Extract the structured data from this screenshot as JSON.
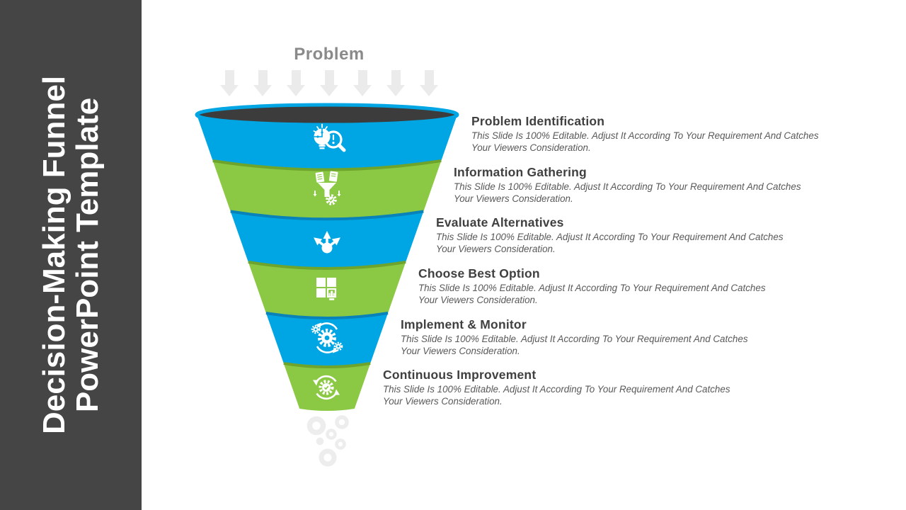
{
  "sidebar": {
    "title_line1": "Decision-Making Funnel",
    "title_line2": "PowerPoint Template"
  },
  "funnel": {
    "top_label": "Problem"
  },
  "stages": [
    {
      "name": "Problem Identification",
      "description": "This Slide Is 100% Editable. Adjust It According To Your Requirement And Catches Your Viewers Consideration.",
      "color": "#00A6E4",
      "icon": "bulb-magnifier-icon"
    },
    {
      "name": "Information Gathering",
      "description": "This Slide Is 100% Editable. Adjust It According To Your Requirement And Catches Your Viewers Consideration.",
      "color": "#8BC944",
      "icon": "data-funnel-gear-icon"
    },
    {
      "name": "Evaluate Alternatives",
      "description": "This Slide Is 100% Editable. Adjust It According To Your Requirement And Catches Your Viewers Consideration.",
      "color": "#00A6E4",
      "icon": "branch-arrows-icon"
    },
    {
      "name": "Choose Best Option",
      "description": "This Slide Is 100% Editable. Adjust It According To Your Requirement And Catches Your Viewers Consideration.",
      "color": "#8BC944",
      "icon": "grid-select-icon"
    },
    {
      "name": "Implement & Monitor",
      "description": "This Slide Is 100% Editable. Adjust It According To Your Requirement And Catches Your Viewers Consideration.",
      "color": "#00A6E4",
      "icon": "gears-sync-icon"
    },
    {
      "name": "Continuous Improvement",
      "description": "This Slide Is 100% Editable. Adjust It According To Your Requirement And Catches Your Viewers Consideration.",
      "color": "#8BC944",
      "icon": "gear-cycle-icon"
    }
  ],
  "colors": {
    "funnel_blue": "#00A6E4",
    "funnel_blue_rim": "#0882B8",
    "funnel_green": "#8BC944",
    "funnel_green_rim": "#6EA32C",
    "funnel_mouth_dark": "#3C3C3C",
    "sidebar_bg": "#454545",
    "heading_text": "#404040",
    "body_text": "#595959",
    "muted_label": "#8A8A8A",
    "arrow_gray": "#EBEBEB",
    "bubble_gray": "#EDEDED"
  }
}
